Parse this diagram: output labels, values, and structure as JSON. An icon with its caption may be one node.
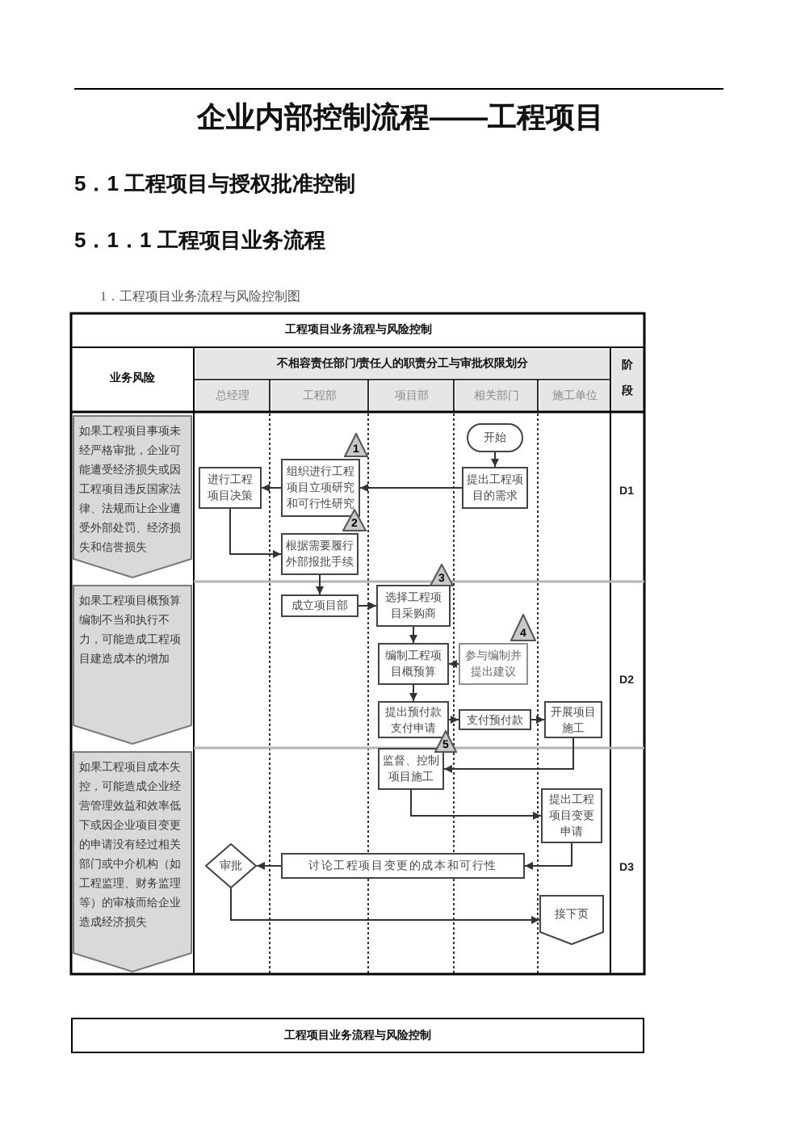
{
  "diagram": {
    "title": "企业内部控制流程——工程项目",
    "nodes": [
      {
        "text": [
          "如果工程项目事项未经严格审批，企业可能遭受经济损失或因工程项目违反国家法律、法规而让企业遭受外部处罚、经济损失和信誉损失"
        ]
      },
      {
        "text": [
          "开始"
        ]
      },
      {
        "text": [
          "提出工程项目的需求"
        ]
      },
      {
        "text": [
          "组织进行工程项目立项研究和可行性研究"
        ]
      },
      {
        "text": [
          "1"
        ]
      },
      {
        "text": [
          "进行工程项目决策"
        ]
      },
      {
        "text": [
          "根据需要履行外部报批手续"
        ]
      },
      {
        "text": [
          "2"
        ]
      },
      {
        "text": [
          "如果工程项目概预算编制不当和执行不力，可能造成工程项目建造成本的增加"
        ]
      },
      {
        "text": [
          "成立项目部"
        ]
      },
      {
        "text": [
          "选择工程项目采购商"
        ]
      },
      {
        "text": [
          "3"
        ]
      },
      {
        "text": [
          "编制工程项目概预算"
        ]
      },
      {
        "text": [
          "参与编制并提出建议"
        ]
      },
      {
        "text": [
          "4"
        ]
      },
      {
        "text": [
          "提出预付款支付申请"
        ]
      },
      {
        "text": [
          "支付预付款"
        ]
      },
      {
        "text": [
          "开展项目施工"
        ]
      },
      {
        "text": [
          "5"
        ]
      },
      {
        "text": [
          "如果工程项目成本失控，可能造成企业经营管理效益和效率低下或因企业项目变更的申请没有经过相关部门或中介机构（如工程监理、财务监理等）的审核而给企业造成经济损失"
        ]
      },
      {
        "text": [
          "监督、控制项目施工"
        ]
      },
      {
        "text": [
          "提出工程项目变更申请"
        ]
      },
      {
        "text": [
          "讨论工程项目变更的成本和可行性"
        ]
      },
      {
        "text": [
          "审批"
        ]
      },
      {
        "text": [
          "接下页"
        ]
      }
    ],
    "edges": [
      {
        "from": 1,
        "to": 2,
        "arrow": "to"
      },
      {
        "from": 2,
        "to": 3,
        "arrow": "to"
      },
      {
        "from": 3,
        "to": 5,
        "arrow": "to"
      },
      {
        "from": 5,
        "to": 6,
        "arrow": "to"
      },
      {
        "from": 6,
        "to": 9,
        "arrow": "to"
      },
      {
        "from": 9,
        "to": 10,
        "arrow": "to"
      },
      {
        "from": 10,
        "to": 12,
        "arrow": "to"
      },
      {
        "from": 13,
        "to": 12,
        "arrow": "to"
      },
      {
        "from": 12,
        "to": 15,
        "arrow": "to"
      },
      {
        "from": 15,
        "to": 16,
        "arrow": "to"
      },
      {
        "from": 16,
        "to": 17,
        "arrow": "to"
      },
      {
        "from": 17,
        "to": 20,
        "arrow": "to"
      },
      {
        "from": 20,
        "to": 21,
        "arrow": "to"
      },
      {
        "from": 21,
        "to": 22,
        "arrow": "to"
      },
      {
        "from": 22,
        "to": 23,
        "arrow": "to"
      },
      {
        "from": 23,
        "to": 24,
        "arrow": "to"
      }
    ],
    "labels": [
      "5．1 工程项目与授权批准控制",
      "5．1．1 工程项目业务流程",
      "1．工程项目业务流程与风险控制图",
      "工程项目业务流程与风险控制",
      "业务风险",
      "不相容责任部门/责任人的职责分工与审批权限划分",
      "阶段",
      "总经理",
      "工程部",
      "项目部",
      "相关部门",
      "施工单位",
      "D1",
      "D2",
      "D3",
      "工程项目业务流程与风险控制"
    ]
  }
}
